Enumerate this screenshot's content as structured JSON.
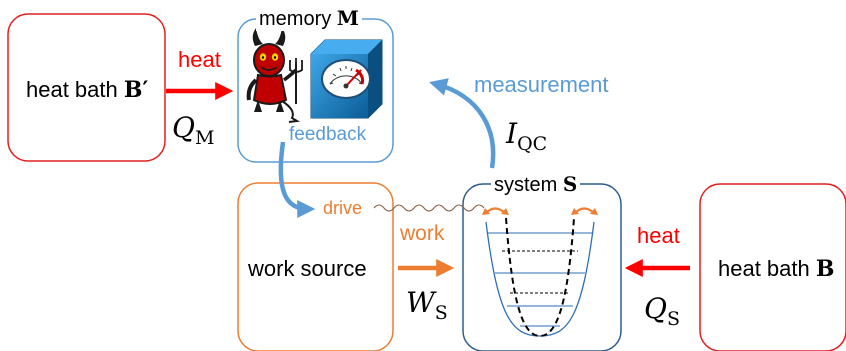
{
  "memory": {
    "label": "memory",
    "symbol": "M",
    "feedback": "feedback"
  },
  "bath_left": {
    "label": "heat bath",
    "symbol": "B′"
  },
  "bath_right": {
    "label": "heat bath",
    "symbol": "B"
  },
  "system": {
    "label": "system",
    "symbol": "S"
  },
  "work_source": {
    "label": "work source"
  },
  "arrows": {
    "heat_left": "heat",
    "heat_right": "heat",
    "work": "work",
    "measurement": "measurement",
    "drive": "drive"
  },
  "quantities": {
    "QM": {
      "base": "Q",
      "sub": "M"
    },
    "IQC": {
      "base": "I",
      "sub": "QC"
    },
    "WS": {
      "base": "W",
      "sub": "S"
    },
    "QS": {
      "base": "Q",
      "sub": "S"
    }
  },
  "colors": {
    "heat": "#ff0000",
    "bath_border": "#e0201e",
    "memory_blue": "#5b9bd5",
    "system_border": "#2e5e8e",
    "work_orange": "#ed7d31",
    "demon": "#c00000",
    "gauge": "#1f7fc0"
  },
  "icons": [
    "maxwell-demon-icon",
    "pressure-gauge-icon"
  ]
}
